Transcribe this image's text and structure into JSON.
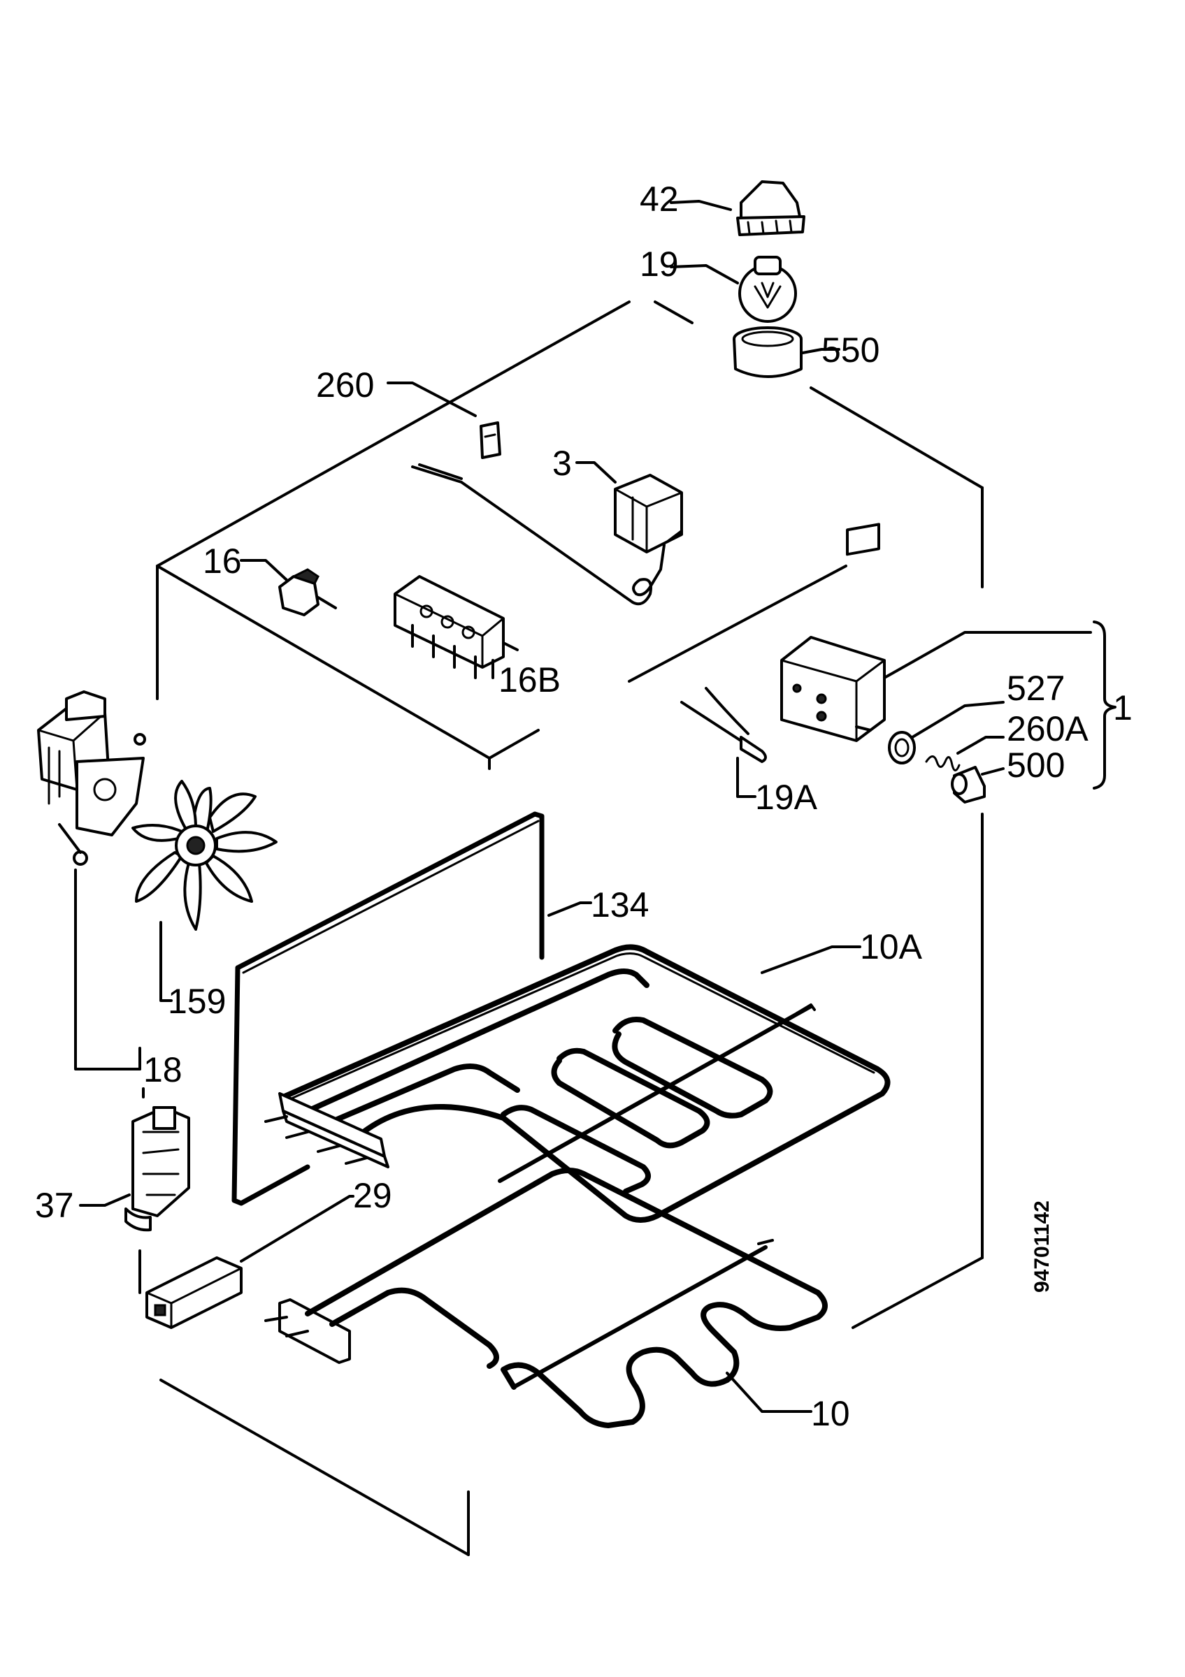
{
  "labels": {
    "l42": "42",
    "l19": "19",
    "l550": "550",
    "l260": "260",
    "l3": "3",
    "l16": "16",
    "l16b": "16B",
    "l1": "1",
    "l527": "527",
    "l260a": "260A",
    "l500": "500",
    "l19a": "19A",
    "l134": "134",
    "l10a": "10A",
    "l159": "159",
    "l18": "18",
    "l37": "37",
    "l29": "29",
    "l10": "10"
  },
  "drawing_code": "94701142"
}
